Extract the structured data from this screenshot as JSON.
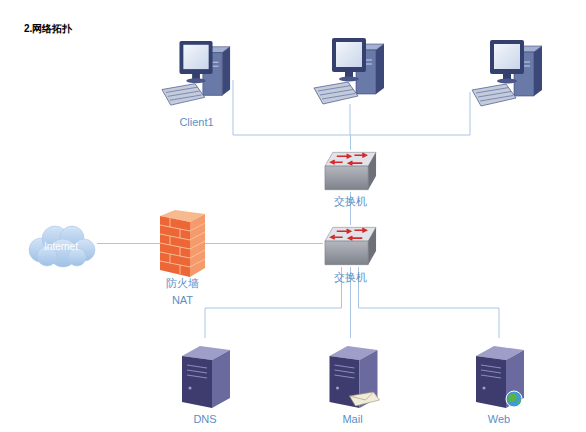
{
  "diagram": {
    "title": "2.网络拓扑",
    "nodes": [
      {
        "text": [
          "Client1"
        ]
      },
      {
        "text": [
          "交换机"
        ]
      },
      {
        "text": [
          "Internet"
        ]
      },
      {
        "text": [
          "防火墙",
          "NAT"
        ]
      },
      {
        "text": [
          "交换机"
        ]
      },
      {
        "text": [
          "DNS"
        ]
      },
      {
        "text": [
          "Mail"
        ]
      },
      {
        "text": [
          "Web"
        ]
      }
    ],
    "edges": [
      {
        "from": 0,
        "to": 1,
        "arrow": "none"
      },
      {
        "from": 1,
        "to": 4,
        "arrow": "none"
      },
      {
        "from": 2,
        "to": 3,
        "arrow": "none"
      },
      {
        "from": 3,
        "to": 4,
        "arrow": "none"
      },
      {
        "from": 4,
        "to": 5,
        "arrow": "none"
      },
      {
        "from": 4,
        "to": 6,
        "arrow": "none"
      },
      {
        "from": 4,
        "to": 7,
        "arrow": "none"
      }
    ]
  }
}
